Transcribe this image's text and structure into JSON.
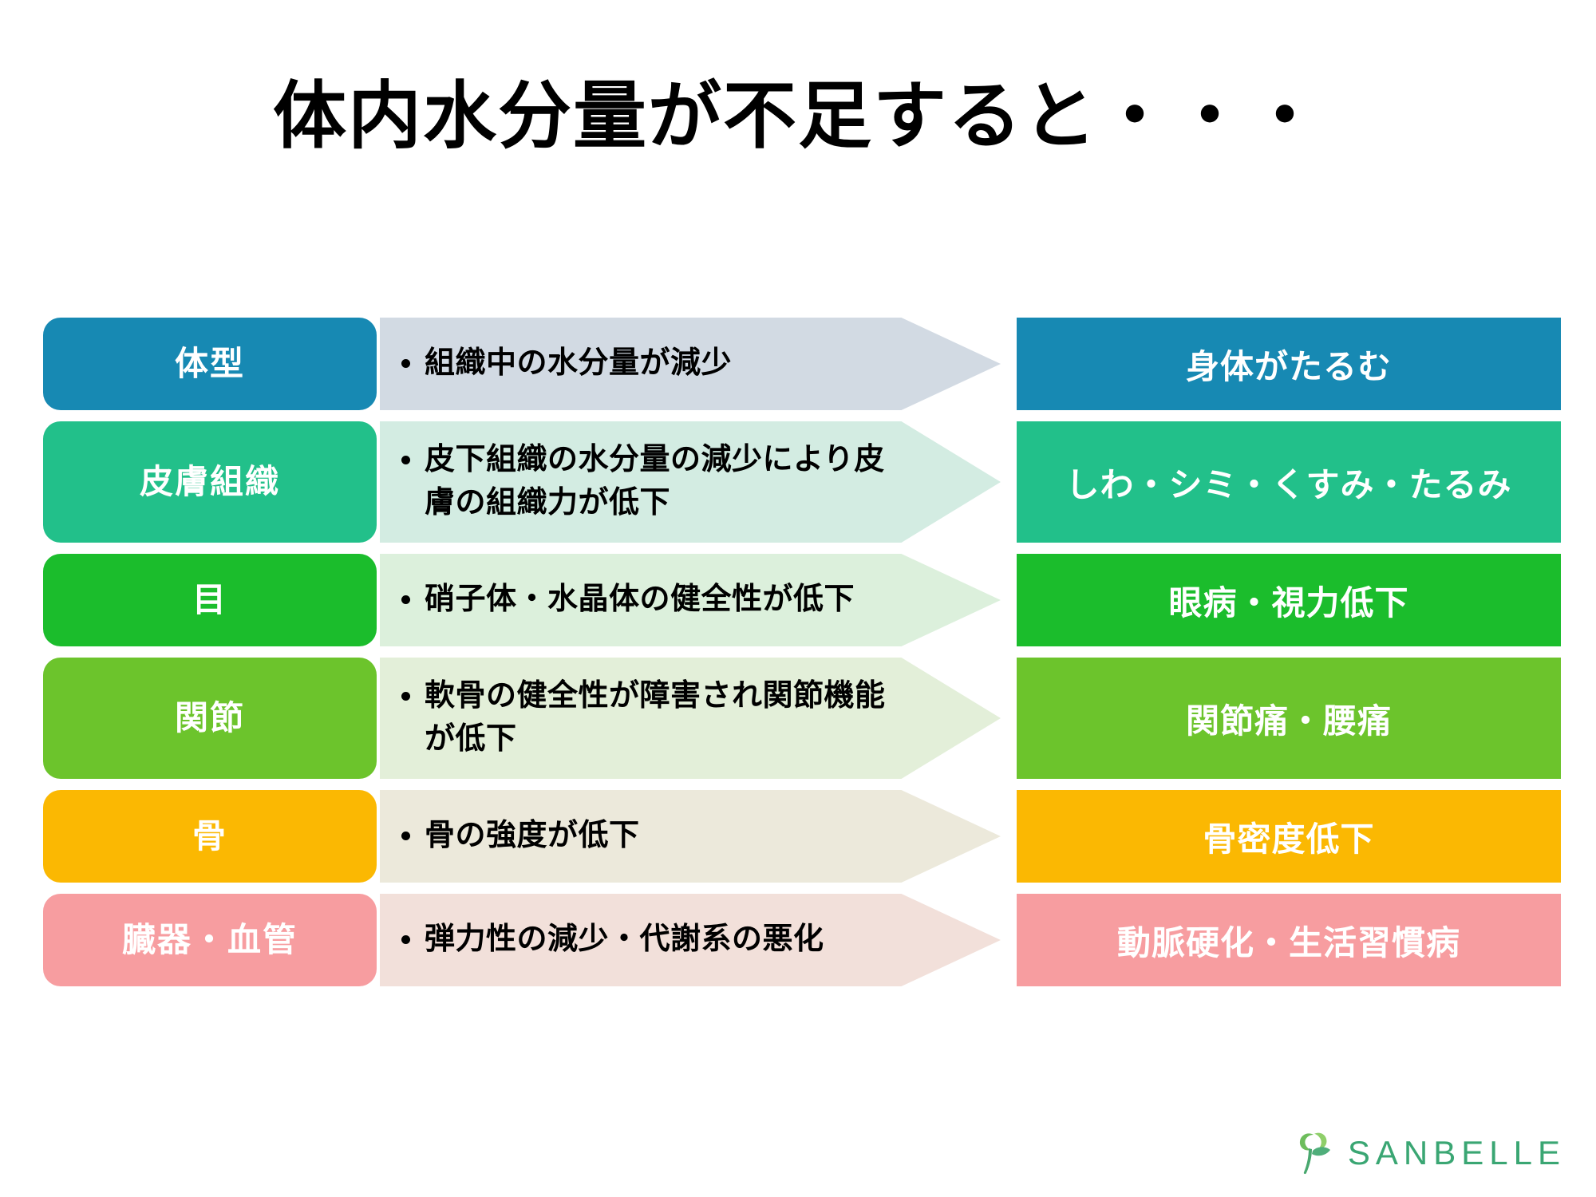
{
  "title": "体内水分量が不足すると・・・",
  "rows": [
    {
      "category": "体型",
      "cause": "組織中の水分量が減少",
      "result": "身体がたるむ",
      "color": "#1789b3",
      "arrow_color": "#d2dae3",
      "height": 116,
      "gap": 14
    },
    {
      "category": "皮膚組織",
      "cause": "皮下組織の水分量の減少により皮膚の組織力が低下",
      "result": "しわ・シミ・くすみ・たるみ",
      "color": "#22c08a",
      "arrow_color": "#d3ece2",
      "height": 152,
      "gap": 14
    },
    {
      "category": "目",
      "cause": "硝子体・水晶体の健全性が低下",
      "result": "眼病・視力低下",
      "color": "#1bbd2c",
      "arrow_color": "#dcf0dc",
      "height": 116,
      "gap": 14
    },
    {
      "category": "関節",
      "cause": "軟骨の健全性が障害され関節機能が低下",
      "result": "関節痛・腰痛",
      "color": "#6cc42c",
      "arrow_color": "#e3efd9",
      "height": 152,
      "gap": 14
    },
    {
      "category": "骨",
      "cause": "骨の強度が低下",
      "result": "骨密度低下",
      "color": "#fbb802",
      "arrow_color": "#ece9db",
      "height": 116,
      "gap": 14
    },
    {
      "category": "臓器・血管",
      "cause": "弾力性の減少・代謝系の悪化",
      "result": "動脈硬化・生活習慣病",
      "color": "#f79da0",
      "arrow_color": "#f2e0da",
      "height": 116,
      "gap": 0
    }
  ],
  "logo": {
    "text": "SANBELLE",
    "icon": "leaf-icon",
    "color": "#3aa673"
  }
}
